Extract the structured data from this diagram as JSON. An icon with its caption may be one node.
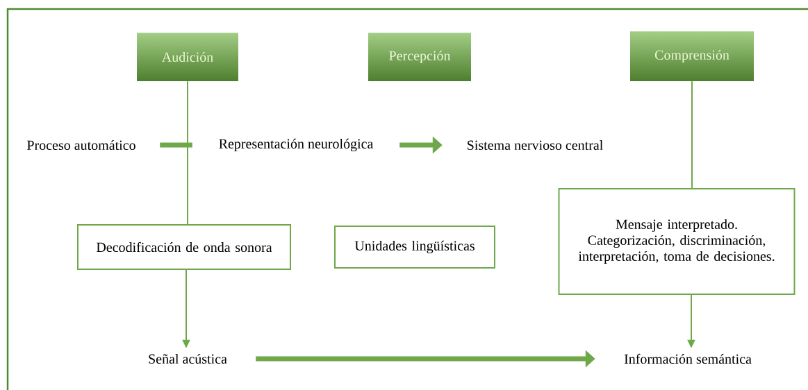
{
  "diagram": {
    "nodes": [
      {
        "text": [
          "Audición"
        ]
      },
      {
        "text": [
          "Percepción"
        ]
      },
      {
        "text": [
          "Comprensión"
        ]
      },
      {
        "text": [
          "Proceso automático"
        ]
      },
      {
        "text": [
          "Representación neurológica"
        ]
      },
      {
        "text": [
          "Sistema nervioso central"
        ]
      },
      {
        "text": [
          "Decodificación de onda sonora"
        ]
      },
      {
        "text": [
          "Unidades lingüísticas"
        ]
      },
      {
        "text": [
          "Mensaje interpretado. Categorización, discriminación, interpretación, toma de decisiones."
        ]
      },
      {
        "text": [
          "Señal acústica"
        ]
      },
      {
        "text": [
          "Información semántica"
        ]
      }
    ],
    "edges": [
      {
        "from": 0,
        "to": 6,
        "arrow": "none"
      },
      {
        "from": 3,
        "to": 4,
        "arrow": "none",
        "style": "thick"
      },
      {
        "from": 4,
        "to": 5,
        "arrow": "to",
        "style": "thick"
      },
      {
        "from": 6,
        "to": 9,
        "arrow": "to"
      },
      {
        "from": 9,
        "to": 10,
        "arrow": "to",
        "style": "thick"
      },
      {
        "from": 2,
        "to": 8,
        "arrow": "none"
      },
      {
        "from": 8,
        "to": 10,
        "arrow": "to"
      }
    ]
  }
}
